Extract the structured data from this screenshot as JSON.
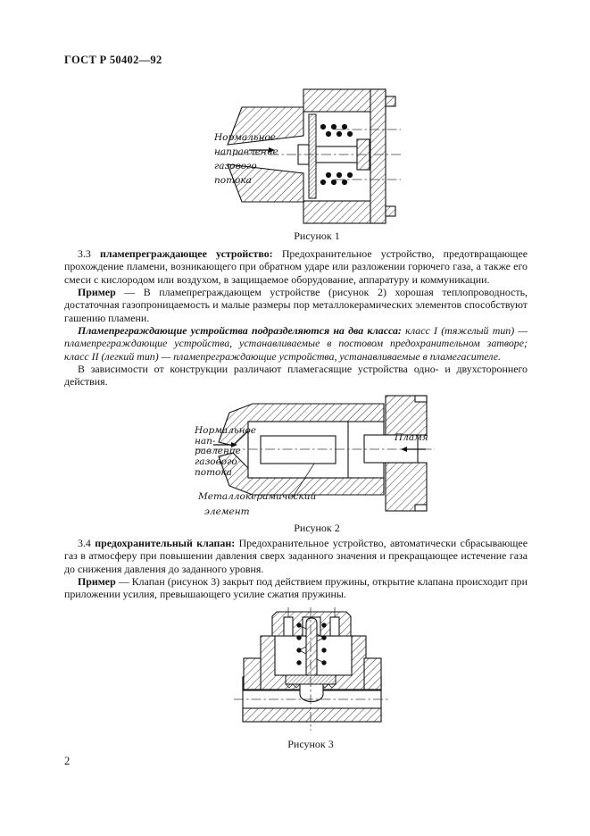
{
  "page": {
    "header": "ГОСТ Р 50402—92",
    "page_number": "2"
  },
  "sections": {
    "s33": {
      "num": "3.3",
      "term": "пламепреграждающее устройство:",
      "body": "Предохранительное устройство, предотвращающее прохождение пламени, возникающего при обратном ударе или разложении горючего газа, а также его смеси с кислородом или воздухом, в защищаемое оборудование, аппаратуру и коммуникации.",
      "example_label": "Пример",
      "example_body": "— В пламепреграждающем устройстве (рисунок 2) хорошая теплопроводность, достаточная газопроницаемость и малые размеры пор металлокерамических элементов способствуют гашению пламени.",
      "classes_lead": "Пламепреграждающие устройства подразделяются на два класса:",
      "classes_body": "класс I (тяжелый тип) — пламепреграждающие устройства, устанавливаемые в постовом предохранительном затворе; класс II (легкий тип) — пламепреграждающие устройства, устанавливаемые в пламегасителе.",
      "note": "В зависимости от конструкции различают пламегасящие устройства одно- и двухстороннего действия."
    },
    "s34": {
      "num": "3.4",
      "term": "предохранительный клапан:",
      "body": "Предохранительное устройство, автоматически сбрасывающее газ в атмосферу при повышении давления сверх заданного значения и прекращающее истечение газа до снижения давления до заданного уровня.",
      "example_label": "Пример",
      "example_body": "— Клапан (рисунок 3) закрыт под действием пружины, открытие клапана происходит при приложении усилия, превышающего усилие сжатия пружины."
    }
  },
  "figures": {
    "fig1": {
      "caption": "Рисунок 1",
      "flow_label": [
        "Нормальное",
        "направление",
        "газового",
        "потока"
      ]
    },
    "fig2": {
      "caption": "Рисунок 2",
      "flow_label": [
        "Нормальное",
        "нап-",
        "равление",
        "газового",
        "потока"
      ],
      "flame_label": "Пламя",
      "element_label": [
        "Металлокерамический",
        "элемент"
      ]
    },
    "fig3": {
      "caption": "Рисунок 3"
    }
  }
}
